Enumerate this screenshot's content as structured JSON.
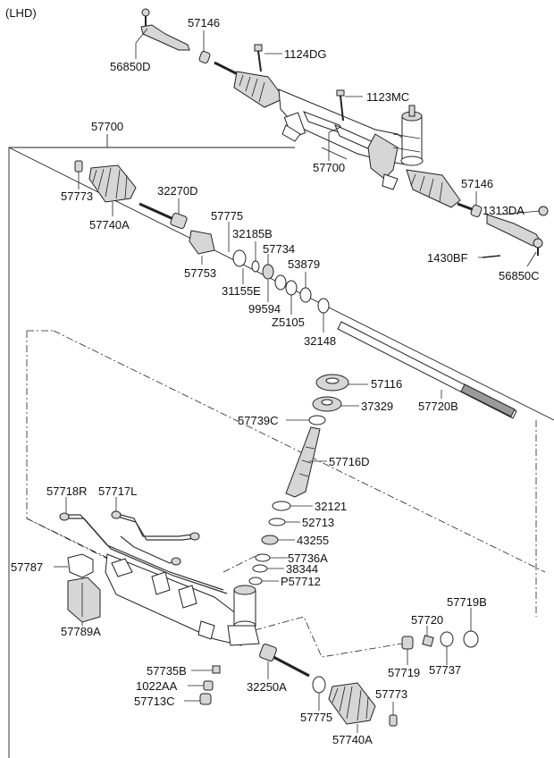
{
  "header": {
    "variant": "(LHD)"
  },
  "colors": {
    "line": "#222222",
    "part_fill": "#d6d6d6",
    "part_dark": "#9a9a9a",
    "background": "#ffffff"
  },
  "labels": {
    "p57146_top": "57146",
    "p1124DG": "1124DG",
    "p56850D": "56850D",
    "p1123MC": "1123MC",
    "p57700_top": "57700",
    "p57700_mid": "57700",
    "p57146_right": "57146",
    "p1313DA": "1313DA",
    "p1430BF": "1430BF",
    "p56850C": "56850C",
    "p57773_top": "57773",
    "p32270D": "32270D",
    "p57740A_top": "57740A",
    "p57775_top": "57775",
    "p32185B": "32185B",
    "p57734": "57734",
    "p53879": "53879",
    "p57753": "57753",
    "p31155E": "31155E",
    "p99594": "99594",
    "pZ5105": "Z5105",
    "p32148": "32148",
    "p57116": "57116",
    "p37329": "37329",
    "p57720B": "57720B",
    "p57739C": "57739C",
    "p57716D": "57716D",
    "p57718R": "57718R",
    "p57717L": "57717L",
    "p32121": "32121",
    "p52713": "52713",
    "p43255": "43255",
    "p57787": "57787",
    "p57736A": "57736A",
    "p38344": "38344",
    "pP57712": "P57712",
    "p57719B": "57719B",
    "p57789A": "57789A",
    "p57720": "57720",
    "p57719": "57719",
    "p57737": "57737",
    "p57735B": "57735B",
    "p1022AA": "1022AA",
    "p32250A": "32250A",
    "p57773_bot": "57773",
    "p57713C": "57713C",
    "p57775_bot": "57775",
    "p57740A_bot": "57740A"
  }
}
